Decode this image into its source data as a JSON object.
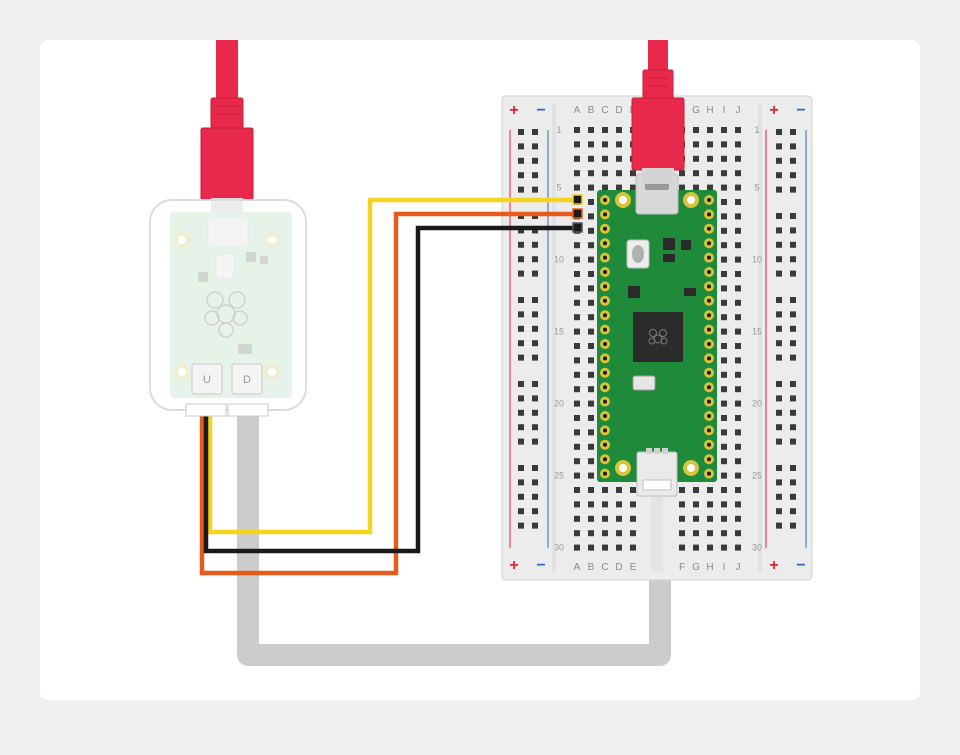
{
  "breadboard": {
    "columns_left": [
      "A",
      "B",
      "C",
      "D",
      "E"
    ],
    "columns_right": [
      "F",
      "G",
      "H",
      "I",
      "J"
    ],
    "row_numbers": [
      "1",
      "5",
      "10",
      "15",
      "20",
      "25",
      "30"
    ],
    "rail_plus": "+",
    "rail_minus": "−"
  },
  "debug_probe": {
    "port_labels": [
      "U",
      "D"
    ]
  },
  "colors": {
    "usb_cable": "#e8294c",
    "usb_cable_dark": "#c41e3d",
    "wire_yellow": "#f5d31f",
    "wire_orange": "#e85a1a",
    "wire_black": "#1a1a1a",
    "wire_grey": "#cfcfcf",
    "pico_board": "#1f8a3a",
    "pin_gold": "#d9c33a",
    "rail_red": "#e1252f",
    "rail_blue": "#2a6fc4"
  }
}
